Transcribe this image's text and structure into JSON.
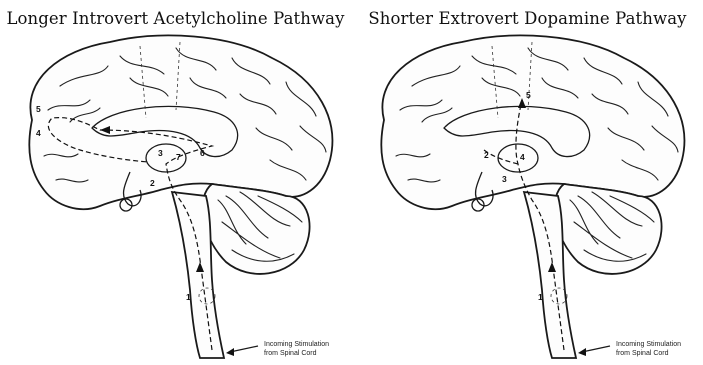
{
  "panels": [
    {
      "title": "Longer Introvert Acetylcholine Pathway",
      "caption_line1": "Incoming Stimulation",
      "caption_line2": "from Spinal Cord",
      "markers": [
        "1",
        "2",
        "3",
        "4",
        "5",
        "6",
        "7"
      ]
    },
    {
      "title": "Shorter Extrovert Dopamine Pathway",
      "caption_line1": "Incoming Stimulation",
      "caption_line2": "from Spinal Cord",
      "markers": [
        "1",
        "2",
        "3",
        "4",
        "5"
      ]
    }
  ]
}
